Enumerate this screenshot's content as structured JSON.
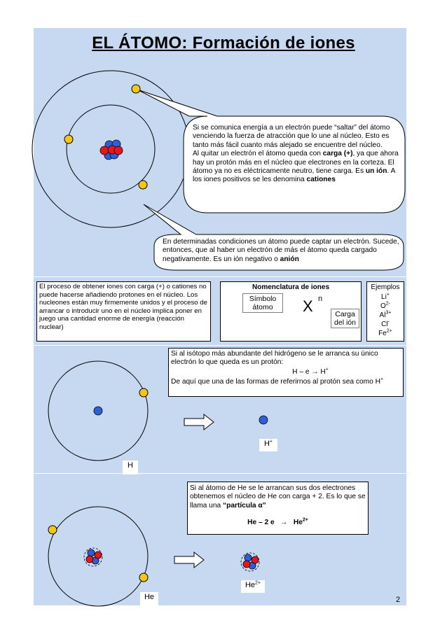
{
  "title": "EL  ÁTOMO: Formación de iones",
  "bubble_cations": {
    "p1": "Si se comunica energía a un electrón puede “saltar” del átomo venciendo la fuerza de atracción que lo une al núcleo. Esto es tanto más fácil cuanto más alejado se encuentre del núcleo.",
    "p2_a": "Al quitar un electrón el átomo queda con ",
    "p2_b": "carga (+)",
    "p2_c": ", ya que ahora hay un protón más en el núcleo que electrones en la corteza. El átomo ya no es eléctricamente neutro, tiene carga. Es ",
    "p2_d": "un ión",
    "p2_e": ". A los iones positivos se les denomina ",
    "p2_f": "cationes"
  },
  "bubble_anion": {
    "a": "En determinadas condiciones un átomo puede captar un electrón. Sucede, entonces, que al haber un electrón de más el átomo queda cargado negativamente. Es un ión negativo o ",
    "b": "anión"
  },
  "process_box": "El proceso de obtener iones con carga (+) o cationes no puede hacerse añadiendo protones en el núcleo. Los nucleones están muy firmemente unidos y el proceso de arrancar o introducir uno en el núcleo implica poner en juego una cantidad enorme de energía (reacción nuclear)",
  "nomenclature": {
    "title": "Nomenclatura de iones",
    "symbol_label_1": "Símbolo",
    "symbol_label_2": "átomo",
    "x": "X",
    "n": "n",
    "charge_label_1": "Carga",
    "charge_label_2": "del ión"
  },
  "examples": {
    "title": "Ejemplos",
    "items": [
      {
        "base": "Li",
        "sup": "+"
      },
      {
        "base": "O",
        "sup": "2-"
      },
      {
        "base": "Al",
        "sup": "3+"
      },
      {
        "base": "Cl",
        "sup": "-"
      },
      {
        "base": "Fe",
        "sup": "2+"
      }
    ]
  },
  "hydrogen": {
    "line1": "Si al isótopo más abundante del hidrógeno se le arranca su único electrón lo que queda es un protón:",
    "equation_a": "H – e",
    "arrow": "→",
    "equation_b": "H",
    "equation_sup": "+",
    "line3_a": "De aquí que una de las formas de referirnos al protón sea como H",
    "line3_sup": "+",
    "atom_label": "H",
    "ion_label": "H",
    "ion_sup": "+"
  },
  "helium": {
    "line1": "Si al átomo de He se le arrancan sus dos electrones obtenemos el núcleo de He con carga + 2. Es lo que se llama una  ",
    "line1_bold": "“partícula α”",
    "equation_a": "He – 2 e",
    "arrow": "→",
    "equation_b": "He",
    "equation_sup": "2+",
    "atom_label": "He",
    "ion_label": "He",
    "ion_sup": "2+"
  },
  "page_number": "2",
  "colors": {
    "panel": "#c6d9f1",
    "electron": "#f5c518",
    "proton": "#e8141e",
    "neutron": "#2e5fd9"
  }
}
